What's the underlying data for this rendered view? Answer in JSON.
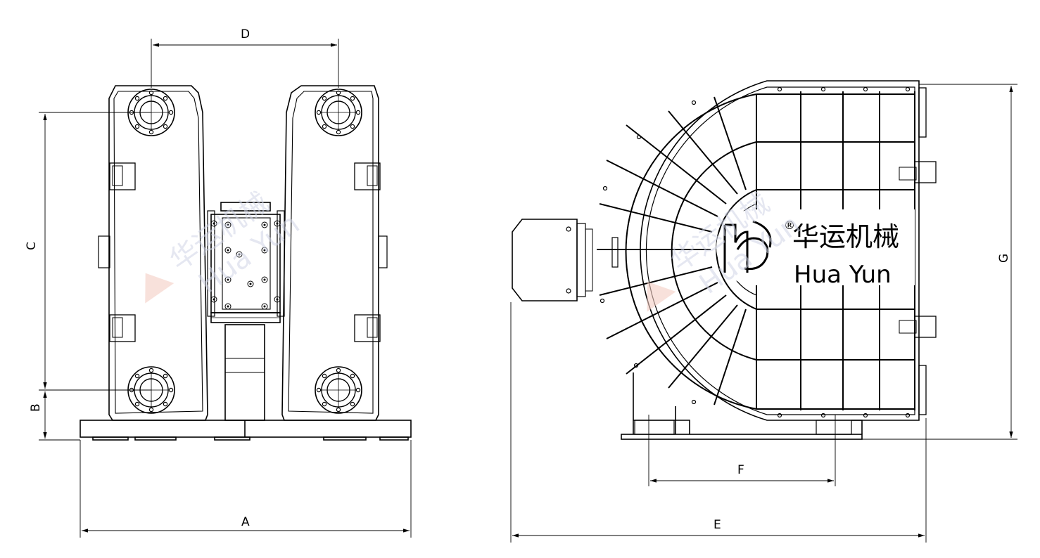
{
  "dimensions": {
    "A": "A",
    "B": "B",
    "C": "C",
    "D": "D",
    "E": "E",
    "F": "F",
    "G": "G"
  },
  "brand": {
    "cn": "华运机械",
    "en": "Hua Yun",
    "registered": "®"
  },
  "watermark": {
    "cn": "华运机械",
    "en": "Hua Yun"
  },
  "colors": {
    "line": "#000000",
    "watermark_red": "#f2c9c0",
    "watermark_blue": "#c9d0e6"
  }
}
